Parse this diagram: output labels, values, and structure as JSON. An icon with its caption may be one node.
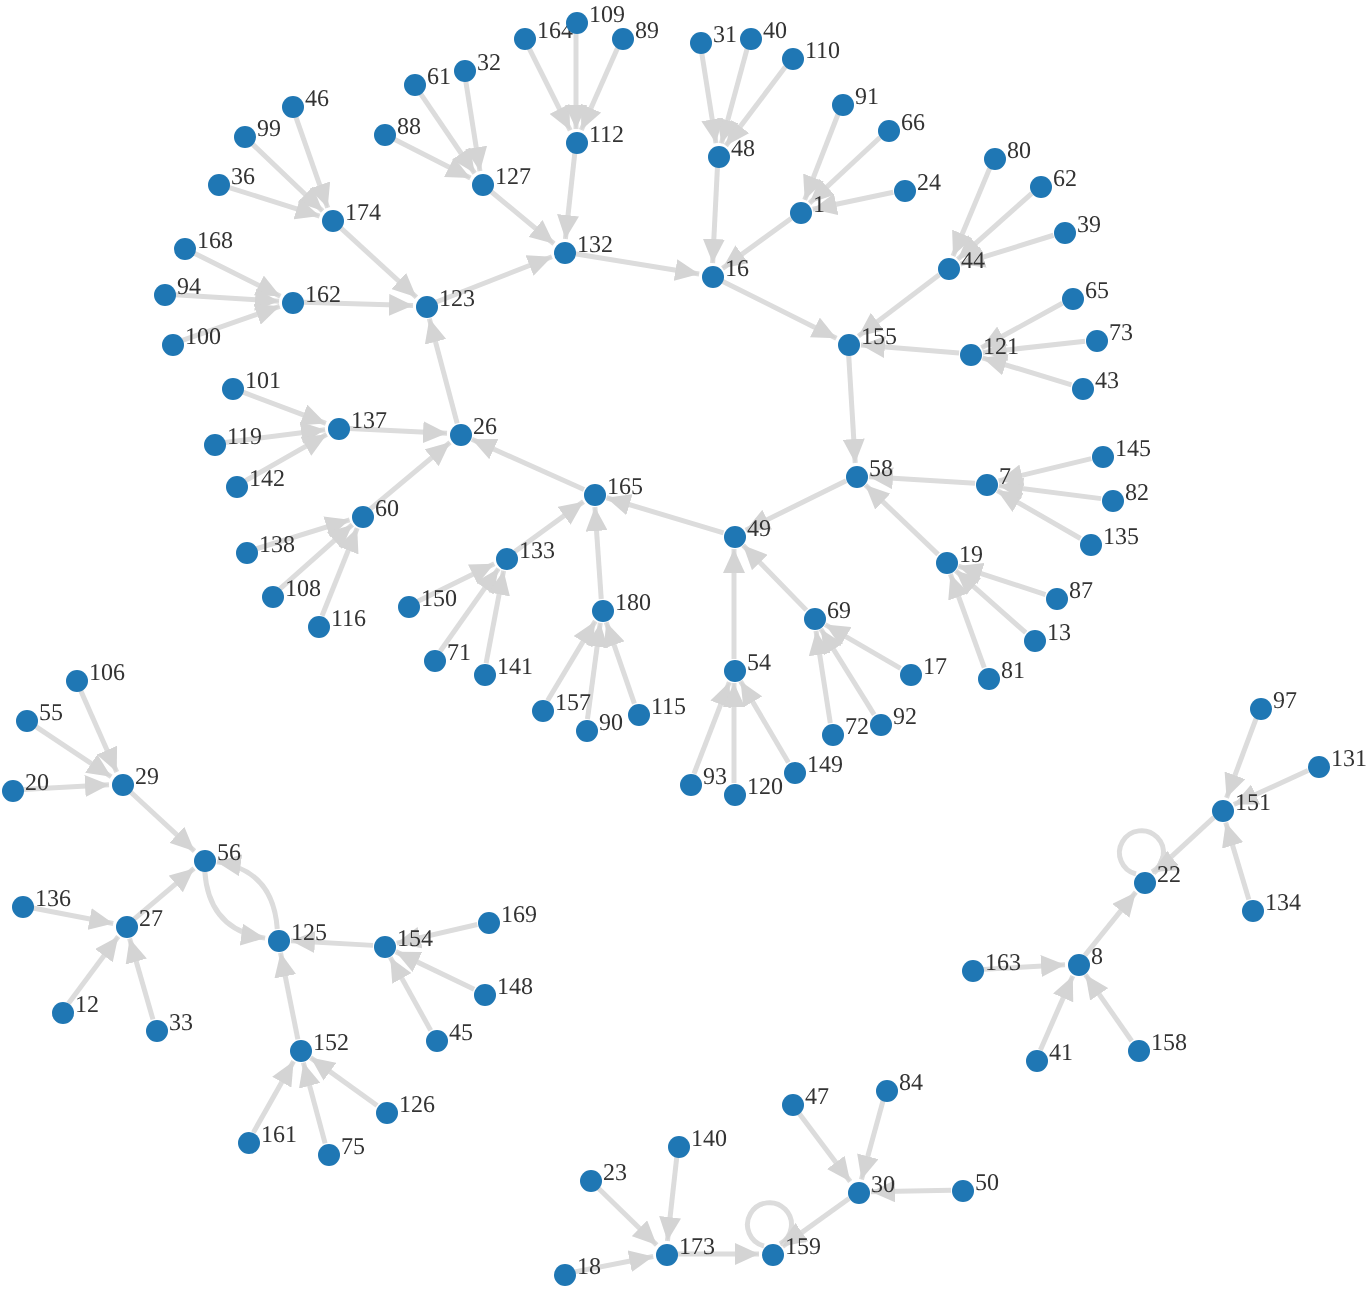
{
  "diagram": {
    "nodes": [
      {
        "text": [
          "132"
        ]
      },
      {
        "text": [
          "123"
        ]
      },
      {
        "text": [
          "16"
        ]
      },
      {
        "text": [
          "155"
        ]
      },
      {
        "text": [
          "58"
        ]
      },
      {
        "text": [
          "49"
        ]
      },
      {
        "text": [
          "165"
        ]
      },
      {
        "text": [
          "26"
        ]
      },
      {
        "text": [
          "162"
        ]
      },
      {
        "text": [
          "174"
        ]
      },
      {
        "text": [
          "127"
        ]
      },
      {
        "text": [
          "112"
        ]
      },
      {
        "text": [
          "48"
        ]
      },
      {
        "text": [
          "1"
        ]
      },
      {
        "text": [
          "44"
        ]
      },
      {
        "text": [
          "121"
        ]
      },
      {
        "text": [
          "7"
        ]
      },
      {
        "text": [
          "19"
        ]
      },
      {
        "text": [
          "69"
        ]
      },
      {
        "text": [
          "54"
        ]
      },
      {
        "text": [
          "180"
        ]
      },
      {
        "text": [
          "133"
        ]
      },
      {
        "text": [
          "60"
        ]
      },
      {
        "text": [
          "137"
        ]
      },
      {
        "text": [
          "164"
        ]
      },
      {
        "text": [
          "109"
        ]
      },
      {
        "text": [
          "89"
        ]
      },
      {
        "text": [
          "61"
        ]
      },
      {
        "text": [
          "32"
        ]
      },
      {
        "text": [
          "88"
        ]
      },
      {
        "text": [
          "46"
        ]
      },
      {
        "text": [
          "99"
        ]
      },
      {
        "text": [
          "36"
        ]
      },
      {
        "text": [
          "168"
        ]
      },
      {
        "text": [
          "94"
        ]
      },
      {
        "text": [
          "100"
        ]
      },
      {
        "text": [
          "101"
        ]
      },
      {
        "text": [
          "119"
        ]
      },
      {
        "text": [
          "142"
        ]
      },
      {
        "text": [
          "138"
        ]
      },
      {
        "text": [
          "108"
        ]
      },
      {
        "text": [
          "116"
        ]
      },
      {
        "text": [
          "150"
        ]
      },
      {
        "text": [
          "71"
        ]
      },
      {
        "text": [
          "141"
        ]
      },
      {
        "text": [
          "157"
        ]
      },
      {
        "text": [
          "90"
        ]
      },
      {
        "text": [
          "115"
        ]
      },
      {
        "text": [
          "93"
        ]
      },
      {
        "text": [
          "120"
        ]
      },
      {
        "text": [
          "149"
        ]
      },
      {
        "text": [
          "72"
        ]
      },
      {
        "text": [
          "92"
        ]
      },
      {
        "text": [
          "17"
        ]
      },
      {
        "text": [
          "81"
        ]
      },
      {
        "text": [
          "13"
        ]
      },
      {
        "text": [
          "87"
        ]
      },
      {
        "text": [
          "135"
        ]
      },
      {
        "text": [
          "82"
        ]
      },
      {
        "text": [
          "145"
        ]
      },
      {
        "text": [
          "43"
        ]
      },
      {
        "text": [
          "73"
        ]
      },
      {
        "text": [
          "65"
        ]
      },
      {
        "text": [
          "39"
        ]
      },
      {
        "text": [
          "62"
        ]
      },
      {
        "text": [
          "80"
        ]
      },
      {
        "text": [
          "24"
        ]
      },
      {
        "text": [
          "66"
        ]
      },
      {
        "text": [
          "91"
        ]
      },
      {
        "text": [
          "110"
        ]
      },
      {
        "text": [
          "40"
        ]
      },
      {
        "text": [
          "31"
        ]
      },
      {
        "text": [
          "106"
        ]
      },
      {
        "text": [
          "55"
        ]
      },
      {
        "text": [
          "20"
        ]
      },
      {
        "text": [
          "29"
        ]
      },
      {
        "text": [
          "56"
        ]
      },
      {
        "text": [
          "27"
        ]
      },
      {
        "text": [
          "136"
        ]
      },
      {
        "text": [
          "12"
        ]
      },
      {
        "text": [
          "33"
        ]
      },
      {
        "text": [
          "125"
        ]
      },
      {
        "text": [
          "154"
        ]
      },
      {
        "text": [
          "169"
        ]
      },
      {
        "text": [
          "148"
        ]
      },
      {
        "text": [
          "45"
        ]
      },
      {
        "text": [
          "152"
        ]
      },
      {
        "text": [
          "161"
        ]
      },
      {
        "text": [
          "75"
        ]
      },
      {
        "text": [
          "126"
        ]
      },
      {
        "text": [
          "97"
        ]
      },
      {
        "text": [
          "131"
        ]
      },
      {
        "text": [
          "151"
        ]
      },
      {
        "text": [
          "134"
        ]
      },
      {
        "text": [
          "22"
        ]
      },
      {
        "text": [
          "8"
        ]
      },
      {
        "text": [
          "163"
        ]
      },
      {
        "text": [
          "41"
        ]
      },
      {
        "text": [
          "158"
        ]
      },
      {
        "text": [
          "140"
        ]
      },
      {
        "text": [
          "23"
        ]
      },
      {
        "text": [
          "18"
        ]
      },
      {
        "text": [
          "173"
        ]
      },
      {
        "text": [
          "159"
        ]
      },
      {
        "text": [
          "30"
        ]
      },
      {
        "text": [
          "47"
        ]
      },
      {
        "text": [
          "84"
        ]
      },
      {
        "text": [
          "50"
        ]
      }
    ],
    "edges": [
      {
        "from": 13,
        "to": 2,
        "arrow": "to"
      },
      {
        "from": 0,
        "to": 2,
        "arrow": "to"
      },
      {
        "from": 12,
        "to": 2,
        "arrow": "to"
      },
      {
        "from": 2,
        "to": 3,
        "arrow": "to"
      },
      {
        "from": 14,
        "to": 3,
        "arrow": "to"
      },
      {
        "from": 15,
        "to": 3,
        "arrow": "to"
      },
      {
        "from": 3,
        "to": 4,
        "arrow": "to"
      },
      {
        "from": 16,
        "to": 4,
        "arrow": "to"
      },
      {
        "from": 17,
        "to": 4,
        "arrow": "to"
      },
      {
        "from": 4,
        "to": 5,
        "arrow": "to"
      },
      {
        "from": 19,
        "to": 5,
        "arrow": "to"
      },
      {
        "from": 18,
        "to": 5,
        "arrow": "to"
      },
      {
        "from": 5,
        "to": 6,
        "arrow": "to"
      },
      {
        "from": 20,
        "to": 6,
        "arrow": "to"
      },
      {
        "from": 21,
        "to": 6,
        "arrow": "to"
      },
      {
        "from": 6,
        "to": 7,
        "arrow": "to"
      },
      {
        "from": 22,
        "to": 7,
        "arrow": "to"
      },
      {
        "from": 23,
        "to": 7,
        "arrow": "to"
      },
      {
        "from": 7,
        "to": 1,
        "arrow": "to"
      },
      {
        "from": 9,
        "to": 1,
        "arrow": "to"
      },
      {
        "from": 8,
        "to": 1,
        "arrow": "to"
      },
      {
        "from": 1,
        "to": 0,
        "arrow": "to"
      },
      {
        "from": 10,
        "to": 0,
        "arrow": "to"
      },
      {
        "from": 11,
        "to": 0,
        "arrow": "to"
      },
      {
        "from": 24,
        "to": 11,
        "arrow": "to"
      },
      {
        "from": 25,
        "to": 11,
        "arrow": "to"
      },
      {
        "from": 26,
        "to": 11,
        "arrow": "to"
      },
      {
        "from": 27,
        "to": 10,
        "arrow": "to"
      },
      {
        "from": 28,
        "to": 10,
        "arrow": "to"
      },
      {
        "from": 29,
        "to": 10,
        "arrow": "to"
      },
      {
        "from": 30,
        "to": 9,
        "arrow": "to"
      },
      {
        "from": 31,
        "to": 9,
        "arrow": "to"
      },
      {
        "from": 32,
        "to": 9,
        "arrow": "to"
      },
      {
        "from": 33,
        "to": 8,
        "arrow": "to"
      },
      {
        "from": 34,
        "to": 8,
        "arrow": "to"
      },
      {
        "from": 35,
        "to": 8,
        "arrow": "to"
      },
      {
        "from": 36,
        "to": 23,
        "arrow": "to"
      },
      {
        "from": 37,
        "to": 23,
        "arrow": "to"
      },
      {
        "from": 38,
        "to": 23,
        "arrow": "to"
      },
      {
        "from": 39,
        "to": 22,
        "arrow": "to"
      },
      {
        "from": 40,
        "to": 22,
        "arrow": "to"
      },
      {
        "from": 41,
        "to": 22,
        "arrow": "to"
      },
      {
        "from": 42,
        "to": 21,
        "arrow": "to"
      },
      {
        "from": 43,
        "to": 21,
        "arrow": "to"
      },
      {
        "from": 44,
        "to": 21,
        "arrow": "to"
      },
      {
        "from": 45,
        "to": 20,
        "arrow": "to"
      },
      {
        "from": 46,
        "to": 20,
        "arrow": "to"
      },
      {
        "from": 47,
        "to": 20,
        "arrow": "to"
      },
      {
        "from": 48,
        "to": 19,
        "arrow": "to"
      },
      {
        "from": 49,
        "to": 19,
        "arrow": "to"
      },
      {
        "from": 50,
        "to": 19,
        "arrow": "to"
      },
      {
        "from": 51,
        "to": 18,
        "arrow": "to"
      },
      {
        "from": 52,
        "to": 18,
        "arrow": "to"
      },
      {
        "from": 53,
        "to": 18,
        "arrow": "to"
      },
      {
        "from": 54,
        "to": 17,
        "arrow": "to"
      },
      {
        "from": 55,
        "to": 17,
        "arrow": "to"
      },
      {
        "from": 56,
        "to": 17,
        "arrow": "to"
      },
      {
        "from": 57,
        "to": 16,
        "arrow": "to"
      },
      {
        "from": 58,
        "to": 16,
        "arrow": "to"
      },
      {
        "from": 59,
        "to": 16,
        "arrow": "to"
      },
      {
        "from": 60,
        "to": 15,
        "arrow": "to"
      },
      {
        "from": 61,
        "to": 15,
        "arrow": "to"
      },
      {
        "from": 62,
        "to": 15,
        "arrow": "to"
      },
      {
        "from": 63,
        "to": 14,
        "arrow": "to"
      },
      {
        "from": 64,
        "to": 14,
        "arrow": "to"
      },
      {
        "from": 65,
        "to": 14,
        "arrow": "to"
      },
      {
        "from": 66,
        "to": 13,
        "arrow": "to"
      },
      {
        "from": 67,
        "to": 13,
        "arrow": "to"
      },
      {
        "from": 68,
        "to": 13,
        "arrow": "to"
      },
      {
        "from": 69,
        "to": 12,
        "arrow": "to"
      },
      {
        "from": 70,
        "to": 12,
        "arrow": "to"
      },
      {
        "from": 71,
        "to": 12,
        "arrow": "to"
      },
      {
        "from": 72,
        "to": 75,
        "arrow": "to"
      },
      {
        "from": 73,
        "to": 75,
        "arrow": "to"
      },
      {
        "from": 74,
        "to": 75,
        "arrow": "to"
      },
      {
        "from": 75,
        "to": 76,
        "arrow": "to"
      },
      {
        "from": 77,
        "to": 76,
        "arrow": "to"
      },
      {
        "from": 78,
        "to": 77,
        "arrow": "to"
      },
      {
        "from": 79,
        "to": 77,
        "arrow": "to"
      },
      {
        "from": 80,
        "to": 77,
        "arrow": "to"
      },
      {
        "from": 76,
        "to": 81,
        "arrow": "to"
      },
      {
        "from": 81,
        "to": 76,
        "arrow": "to"
      },
      {
        "from": 82,
        "to": 81,
        "arrow": "to"
      },
      {
        "from": 83,
        "to": 82,
        "arrow": "to"
      },
      {
        "from": 84,
        "to": 82,
        "arrow": "to"
      },
      {
        "from": 85,
        "to": 82,
        "arrow": "to"
      },
      {
        "from": 86,
        "to": 81,
        "arrow": "to"
      },
      {
        "from": 87,
        "to": 86,
        "arrow": "to"
      },
      {
        "from": 88,
        "to": 86,
        "arrow": "to"
      },
      {
        "from": 89,
        "to": 86,
        "arrow": "to"
      },
      {
        "from": 90,
        "to": 92,
        "arrow": "to"
      },
      {
        "from": 91,
        "to": 92,
        "arrow": "to"
      },
      {
        "from": 93,
        "to": 92,
        "arrow": "to"
      },
      {
        "from": 92,
        "to": 94,
        "arrow": "to"
      },
      {
        "from": 94,
        "to": 94,
        "arrow": "to"
      },
      {
        "from": 95,
        "to": 94,
        "arrow": "to"
      },
      {
        "from": 96,
        "to": 95,
        "arrow": "to"
      },
      {
        "from": 97,
        "to": 95,
        "arrow": "to"
      },
      {
        "from": 98,
        "to": 95,
        "arrow": "to"
      },
      {
        "from": 99,
        "to": 102,
        "arrow": "to"
      },
      {
        "from": 100,
        "to": 102,
        "arrow": "to"
      },
      {
        "from": 101,
        "to": 102,
        "arrow": "to"
      },
      {
        "from": 102,
        "to": 103,
        "arrow": "to"
      },
      {
        "from": 103,
        "to": 103,
        "arrow": "to"
      },
      {
        "from": 104,
        "to": 103,
        "arrow": "to"
      },
      {
        "from": 105,
        "to": 104,
        "arrow": "to"
      },
      {
        "from": 106,
        "to": 104,
        "arrow": "to"
      },
      {
        "from": 107,
        "to": 104,
        "arrow": "to"
      }
    ]
  }
}
